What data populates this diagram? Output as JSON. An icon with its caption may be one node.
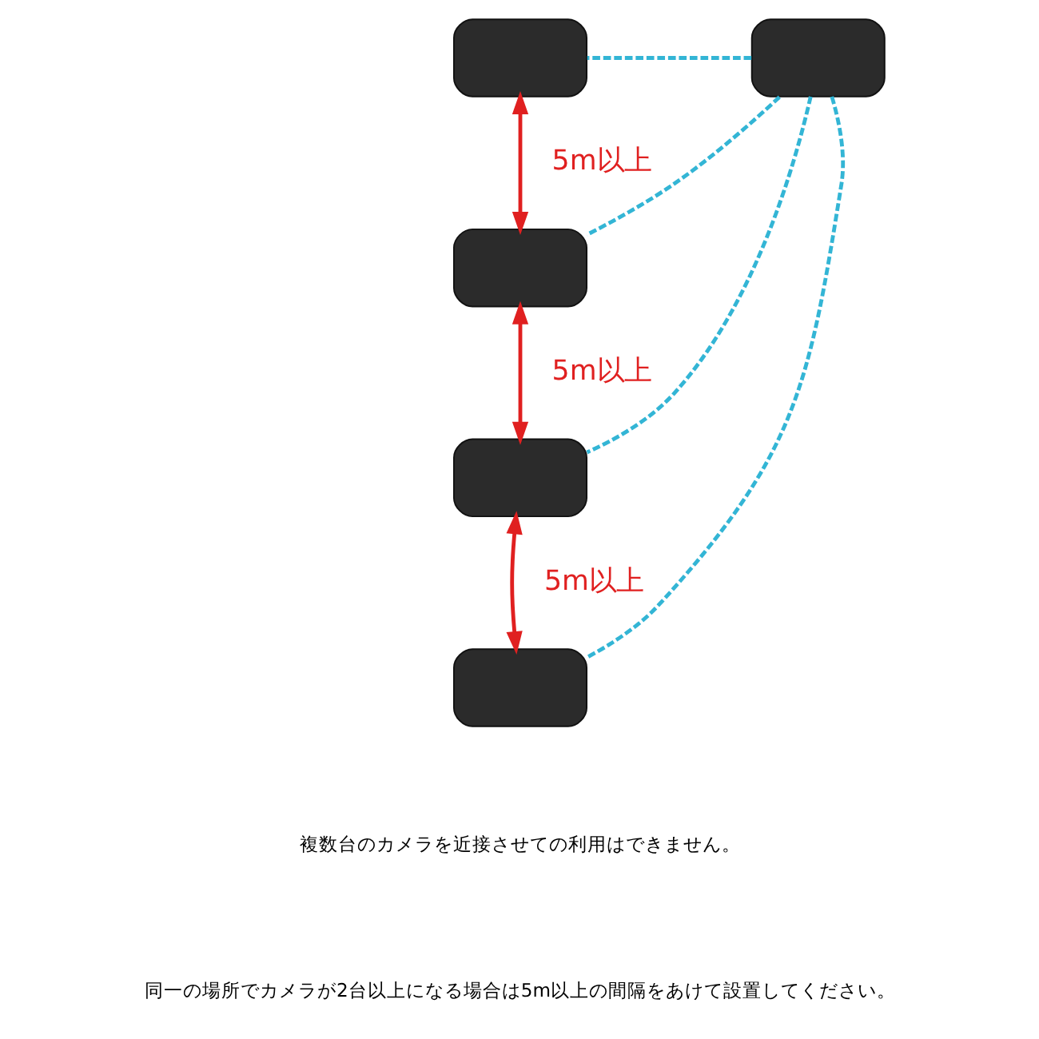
{
  "diagram": {
    "nodes": [
      {
        "text": [],
        "shape": "box"
      },
      {
        "text": [],
        "shape": "box"
      },
      {
        "text": [],
        "shape": "box"
      },
      {
        "text": [],
        "shape": "box"
      },
      {
        "text": [],
        "shape": "box"
      }
    ],
    "edges": [
      {
        "from": 4,
        "to": 0,
        "arrow": "none",
        "style": "dashed",
        "color": "#33b5d5"
      },
      {
        "from": 4,
        "to": 1,
        "arrow": "none",
        "style": "dashed",
        "color": "#33b5d5"
      },
      {
        "from": 4,
        "to": 2,
        "arrow": "none",
        "style": "dashed",
        "color": "#33b5d5"
      },
      {
        "from": 4,
        "to": 3,
        "arrow": "none",
        "style": "dashed",
        "color": "#33b5d5"
      },
      {
        "from": 0,
        "to": 1,
        "arrow": "both",
        "label": "5m以上",
        "color": "#e02020"
      },
      {
        "from": 1,
        "to": 2,
        "arrow": "both",
        "label": "5m以上",
        "color": "#e02020"
      },
      {
        "from": 2,
        "to": 3,
        "arrow": "both",
        "label": "5m以上",
        "color": "#e02020"
      }
    ],
    "labels": [
      "複数台のカメラを近接させての利用はできません。",
      "同一の場所でカメラが2台以上になる場合は5m以上の間隔をあけて設置してください。"
    ]
  }
}
